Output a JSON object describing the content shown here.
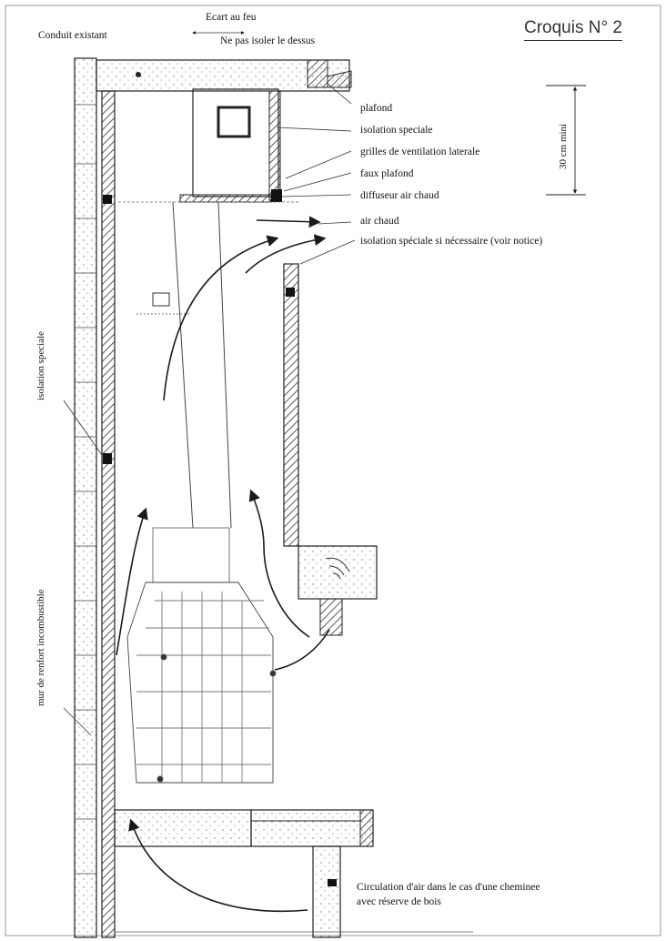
{
  "title": "Croquis N° 2",
  "labels": {
    "conduit_existant": "Conduit existant",
    "ecart_au_feu": "Ecart au feu",
    "ne_pas_isoler": "Ne pas isoler le dessus",
    "plafond": "plafond",
    "isolation_speciale": "isolation speciale",
    "grilles_ventilation": "grilles de ventilation laterale",
    "faux_plafond": "faux plafond",
    "diffuseur_air_chaud": "diffuseur air chaud",
    "air_chaud": "air chaud",
    "isolation_speciale_notice": "isolation spéciale si nécessaire (voir notice)",
    "cote_30cm": "30 cm mini",
    "isolation_speciale_vertical": "isolation speciale",
    "mur_de_renfort": "mur de renfort incombustible",
    "circulation_line1": "Circulation d'air dans le cas d'une cheminee",
    "circulation_line2": "avec réserve de bois"
  },
  "colors": {
    "line": "#1a1a1a",
    "hatch": "#333333",
    "paper": "#ffffff"
  }
}
